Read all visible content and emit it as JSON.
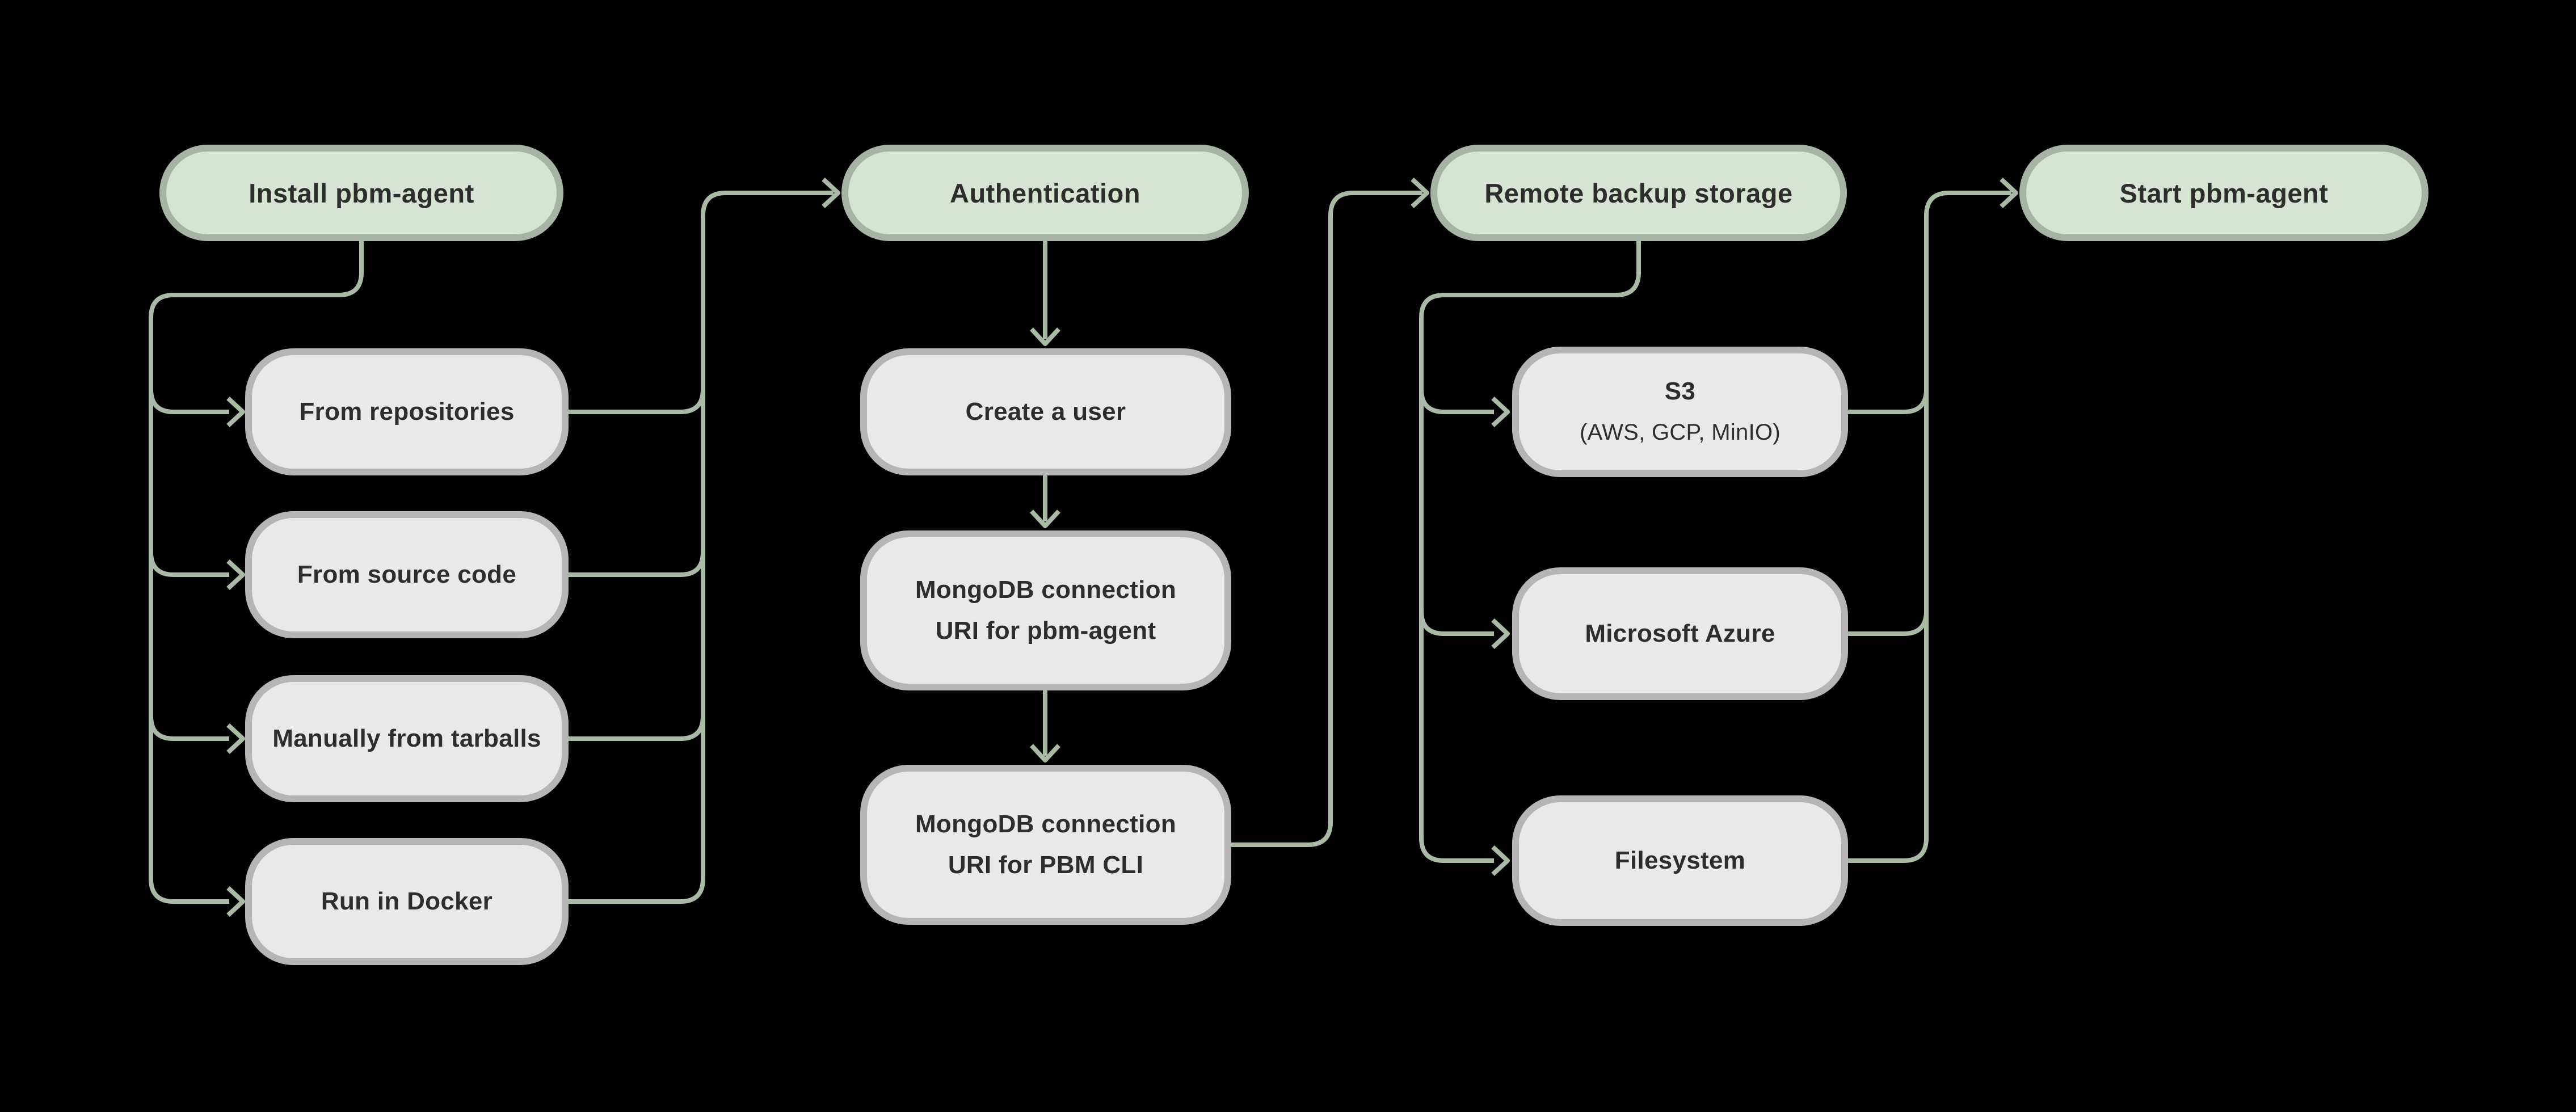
{
  "diagram_type": "flowchart",
  "colors": {
    "background": "#000000",
    "connector": "#a9bba5",
    "stage_fill": "#d7e3d3",
    "stage_border": "#a6b5a3",
    "step_fill": "#e9e9e9",
    "step_border": "#b5b5b5",
    "text": "#2d2d2d"
  },
  "nodes": {
    "install": {
      "label": "Install pbm-agent"
    },
    "from_repositories": {
      "label": "From repositories"
    },
    "from_source_code": {
      "label": "From source code"
    },
    "manually_from_tarballs": {
      "label": "Manually from tarballs"
    },
    "run_in_docker": {
      "label": "Run in Docker"
    },
    "authentication": {
      "label": "Authentication"
    },
    "create_a_user": {
      "label": "Create a user"
    },
    "mongodb_uri_pbm_agent": {
      "line1": "MongoDB connection",
      "line2": "URI for pbm-agent"
    },
    "mongodb_uri_pbm_cli": {
      "line1": "MongoDB connection",
      "line2": "URI for PBM CLI"
    },
    "remote_backup_storage": {
      "label": "Remote backup storage"
    },
    "s3": {
      "line1": "S3",
      "line2": "(AWS, GCP, MinIO)"
    },
    "microsoft_azure": {
      "label": "Microsoft Azure"
    },
    "filesystem": {
      "label": "Filesystem"
    }
  },
  "edges": [
    {
      "from": "install",
      "to": "from_repositories"
    },
    {
      "from": "install",
      "to": "from_source_code"
    },
    {
      "from": "install",
      "to": "manually_from_tarballs"
    },
    {
      "from": "install",
      "to": "run_in_docker"
    },
    {
      "from": "from_repositories",
      "to": "authentication"
    },
    {
      "from": "from_source_code",
      "to": "authentication"
    },
    {
      "from": "manually_from_tarballs",
      "to": "authentication"
    },
    {
      "from": "run_in_docker",
      "to": "authentication"
    },
    {
      "from": "authentication",
      "to": "create_a_user"
    },
    {
      "from": "create_a_user",
      "to": "mongodb_uri_pbm_agent"
    },
    {
      "from": "mongodb_uri_pbm_agent",
      "to": "mongodb_uri_pbm_cli"
    },
    {
      "from": "mongodb_uri_pbm_cli",
      "to": "remote_backup_storage"
    },
    {
      "from": "remote_backup_storage",
      "to": "s3"
    },
    {
      "from": "remote_backup_storage",
      "to": "microsoft_azure"
    },
    {
      "from": "remote_backup_storage",
      "to": "filesystem"
    },
    {
      "from": "s3",
      "to": "start_pbm_agent"
    },
    {
      "from": "microsoft_azure",
      "to": "start_pbm_agent"
    },
    {
      "from": "filesystem",
      "to": "start_pbm_agent"
    }
  ],
  "nodes_extra": {
    "start_pbm_agent": {
      "label": "Start pbm-agent"
    }
  }
}
